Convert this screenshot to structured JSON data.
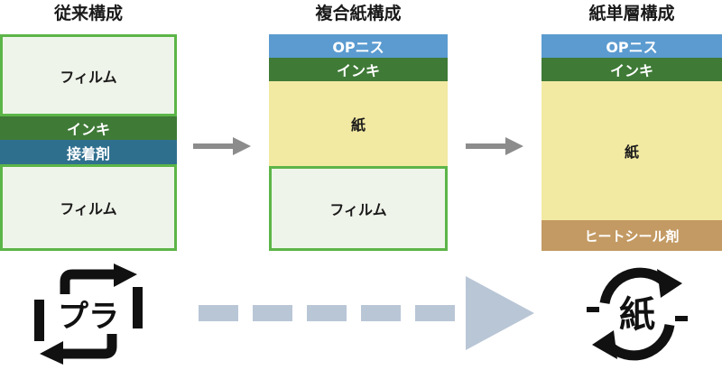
{
  "columns": [
    {
      "title": "従来構成",
      "layers": [
        "フィルム",
        "インキ",
        "接着剤",
        "フィルム"
      ]
    },
    {
      "title": "複合紙構成",
      "layers": [
        "OPニス",
        "インキ",
        "紙",
        "フィルム"
      ]
    },
    {
      "title": "紙単層構成",
      "layers": [
        "OPニス",
        "インキ",
        "紙",
        "ヒートシール剤"
      ]
    }
  ],
  "marks": {
    "plastic": "プラ",
    "paper": "紙"
  },
  "colors": {
    "film_border": "#5cb548",
    "film_fill": "#eff4ea",
    "ink": "#3f7a37",
    "adhesive": "#2f6f8e",
    "op_varnish": "#5b9bd0",
    "paper": "#f2e9a2",
    "heat_seal": "#c39a63",
    "arrow_gray": "#8c8c8c",
    "dash_arrow": "#b9c6d6"
  },
  "icons": [
    "right-arrow-icon",
    "plastic-recycle-mark-icon",
    "paper-recycle-mark-icon",
    "dashed-big-arrow-icon"
  ]
}
